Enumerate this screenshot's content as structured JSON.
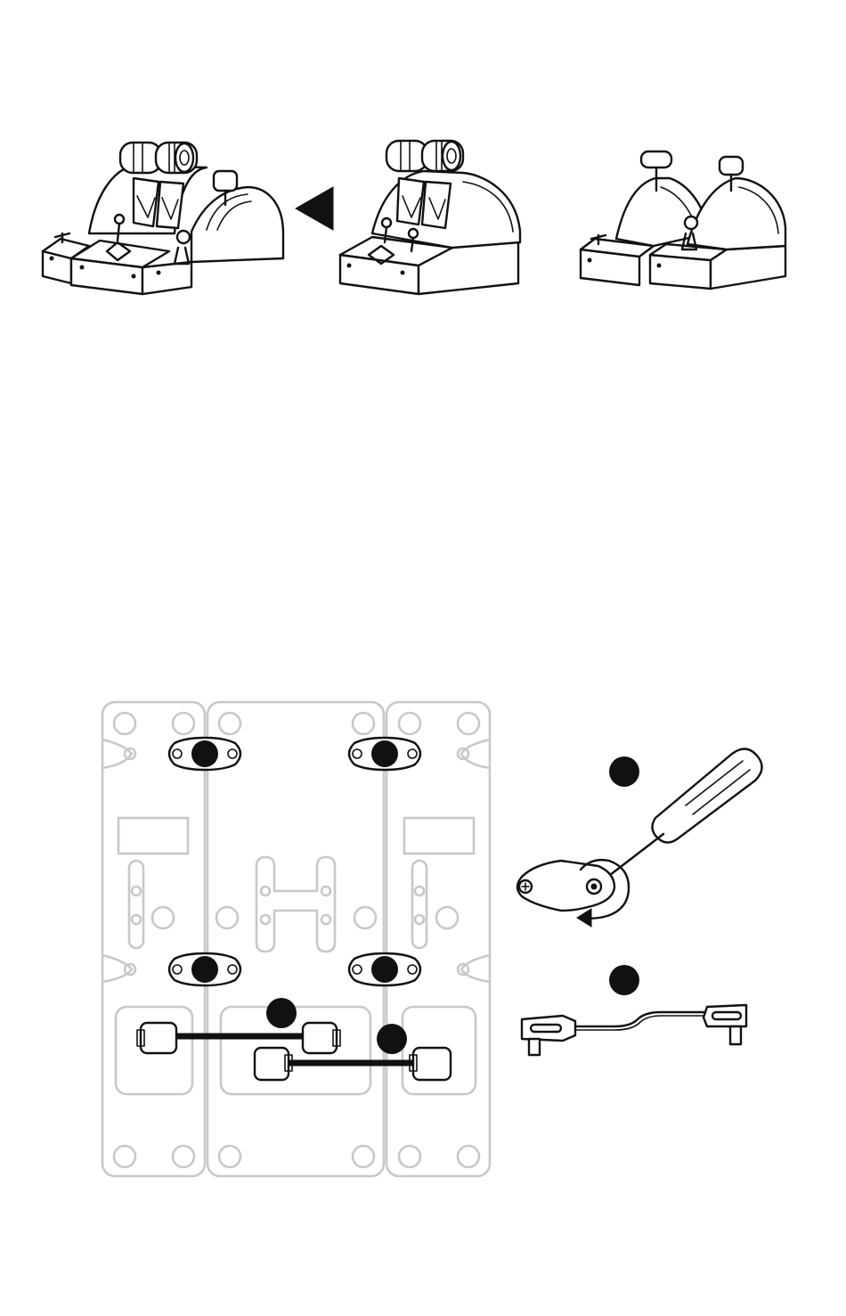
{
  "figure": {
    "palette": {
      "ink": "#111111",
      "plate": "#c8c8c8",
      "paper": "#ffffff"
    },
    "icons": {
      "assembly_arrow": "left-pointing-triangle",
      "step_markers": "filled-black-circle",
      "tool": "screwdriver",
      "rotation": "curved-rotation-arrow",
      "cable": "right-angle-connector-cable"
    },
    "top_row": [
      "full-throttle-quadrant-assembly",
      "dual-throttle-module",
      "dual-lever-add-on-modules"
    ],
    "bottom_panel": [
      "underside-plate-assembly",
      "screw-detail",
      "connector-cable-detail"
    ]
  }
}
